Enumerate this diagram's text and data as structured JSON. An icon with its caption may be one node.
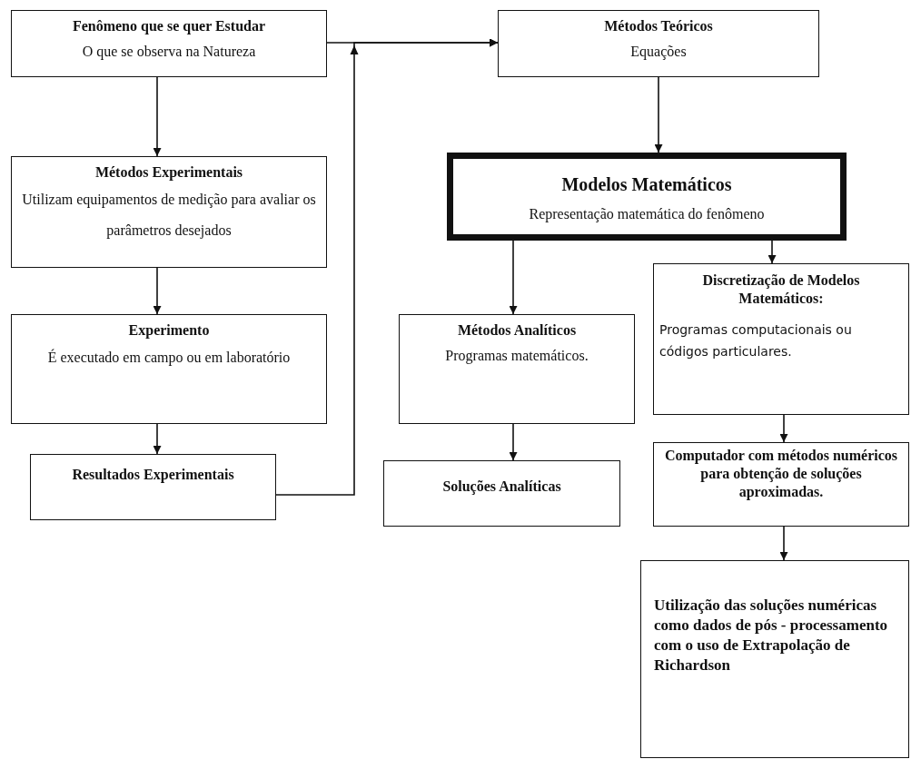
{
  "diagram": {
    "nodes": [
      {
        "text": [
          "Fenômeno que se quer Estudar",
          "O que se observa na Natureza"
        ]
      },
      {
        "text": [
          "Métodos Teóricos",
          "Equações"
        ]
      },
      {
        "text": [
          "Métodos Experimentais",
          "Utilizam equipamentos de medição para avaliar os parâmetros desejados"
        ]
      },
      {
        "text": [
          "Modelos Matemáticos",
          "Representação matemática do fenômeno"
        ]
      },
      {
        "text": [
          "Experimento",
          "É executado em campo ou em laboratório"
        ]
      },
      {
        "text": [
          "Métodos Analíticos",
          "Programas matemáticos."
        ]
      },
      {
        "text": [
          "Discretização de Modelos Matemáticos:",
          "Programas computacionais ou códigos particulares."
        ]
      },
      {
        "text": [
          "Resultados Experimentais"
        ]
      },
      {
        "text": [
          "Soluções Analíticas"
        ]
      },
      {
        "text": [
          "Computador com  métodos numéricos para obtenção de soluções aproximadas."
        ]
      },
      {
        "text": [
          "Utilização das soluções numéricas como dados de pós - processamento com o uso de Extrapolação de Richardson"
        ]
      }
    ],
    "edges": [
      {
        "from": 0,
        "to": 1,
        "arrow": "to"
      },
      {
        "from": 7,
        "to": 1,
        "arrow": "to"
      },
      {
        "from": 0,
        "to": 2,
        "arrow": "to"
      },
      {
        "from": 1,
        "to": 3,
        "arrow": "to"
      },
      {
        "from": 3,
        "to": 5,
        "arrow": "to"
      },
      {
        "from": 3,
        "to": 6,
        "arrow": "to"
      },
      {
        "from": 2,
        "to": 4,
        "arrow": "to"
      },
      {
        "from": 4,
        "to": 7,
        "arrow": "to"
      },
      {
        "from": 5,
        "to": 8,
        "arrow": "to"
      },
      {
        "from": 6,
        "to": 9,
        "arrow": "to"
      },
      {
        "from": 9,
        "to": 10,
        "arrow": "to"
      }
    ]
  }
}
